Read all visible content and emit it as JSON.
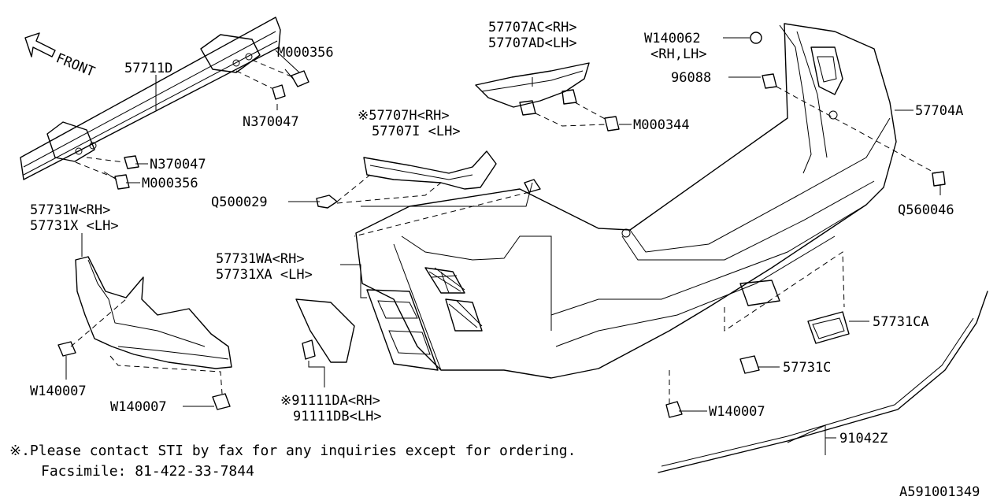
{
  "diagram": {
    "front_label": "FRONT",
    "image_code": "A591001349",
    "note_line1": "※.Please contact STI by fax for any inquiries except for ordering.",
    "note_line2": "Facsimile: 81-422-33-7844"
  },
  "callouts": {
    "p57711D": "57711D",
    "pM000356_top": "M000356",
    "pN370047_top": "N370047",
    "pN370047_mid": "N370047",
    "pM000356_mid": "M000356",
    "p57707H": "※57707H<RH>",
    "p57707I": "57707I <LH>",
    "p57707AC": "57707AC<RH>",
    "p57707AD": "57707AD<LH>",
    "pM000344": "M000344",
    "pW140062": "W140062",
    "pW140062_side": "<RH,LH>",
    "p96088": "96088",
    "p57704A": "57704A",
    "pQ560046": "Q560046",
    "pQ500029": "Q500029",
    "p57731W": "57731W<RH>",
    "p57731X": "57731X <LH>",
    "p57731WA": "57731WA<RH>",
    "p57731XA": "57731XA <LH>",
    "p57731CA": "57731CA",
    "p57731C": "57731C",
    "pW140007_left": "W140007",
    "pW140007_bottom": "W140007",
    "pW140007_right": "W140007",
    "p91111DA": "※91111DA<RH>",
    "p91111DB": "91111DB<LH>",
    "p91042Z": "91042Z"
  }
}
